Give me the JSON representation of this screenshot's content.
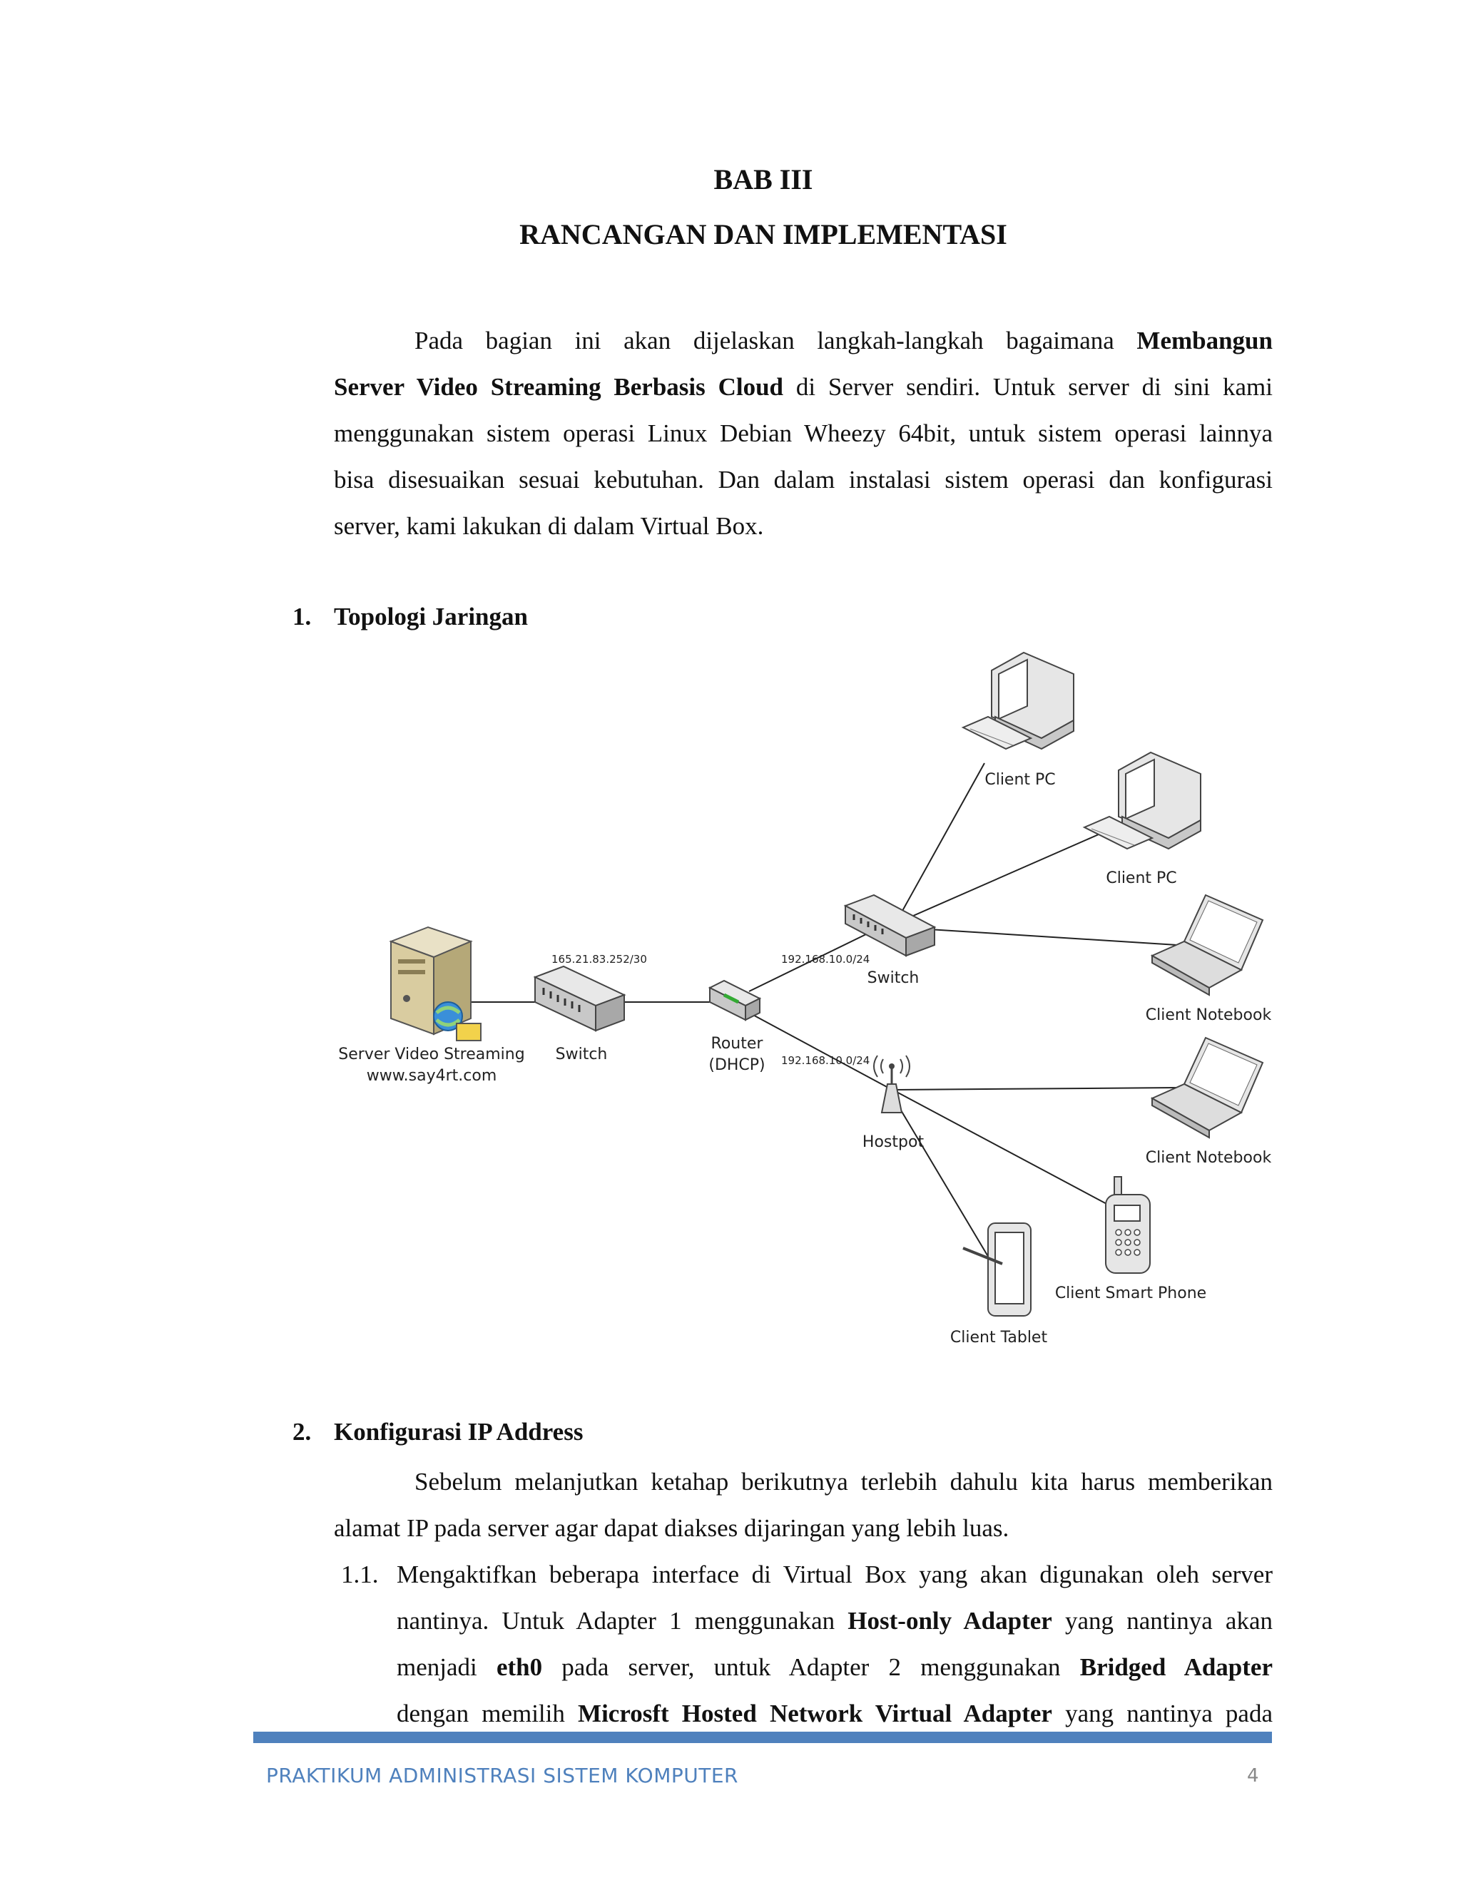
{
  "heading": {
    "chapter": "BAB III",
    "title": "RANCANGAN DAN IMPLEMENTASI"
  },
  "intro": {
    "line1_a": "Pada bagian ini akan dijelaskan langkah-langkah bagaimana ",
    "line1_b": "Membangun",
    "line2_a": "Server Video Streaming Berbasis  Cloud",
    "line2_b": " di Server sendiri. Untuk server di sini kami",
    "line3": "menggunakan sistem operasi Linux Debian Wheezy 64bit, untuk sistem operasi lainnya",
    "line4": "bisa disesuaikan sesuai kebutuhan. Dan dalam instalasi sistem operasi dan konfigurasi",
    "line5": "server, kami lakukan di dalam Virtual Box."
  },
  "section1": {
    "number": "1.",
    "title": "Topologi Jaringan"
  },
  "diagram": {
    "server_label1": "Server Video Streaming",
    "server_label2": "www.say4rt.com",
    "switch1_label": "Switch",
    "router_label1": "Router",
    "router_label2": "(DHCP)",
    "switch2_label": "Switch",
    "hotspot_label": "Hostpot",
    "ip_wan": "165.21.83.252/30",
    "ip_lan1": "192.168.10.0/24",
    "ip_lan2": "192.168.10.0/24",
    "client_pc1": "Client PC",
    "client_pc2": "Client PC",
    "client_notebook1": "Client Notebook",
    "client_notebook2": "Client Notebook",
    "client_phone": "Client Smart Phone",
    "client_tablet": "Client Tablet"
  },
  "section2": {
    "number": "2.",
    "title": "Konfigurasi IP Address"
  },
  "config": {
    "p1_line1": "Sebelum melanjutkan ketahap berikutnya terlebih dahulu kita harus memberikan",
    "p1_line2": "alamat IP pada server agar dapat diakses dijaringan yang lebih luas.",
    "item_number": "1.1.",
    "i_line1": "Mengaktifkan beberapa interface di Virtual Box yang akan digunakan oleh server",
    "i_line2_a": "nantinya. Untuk Adapter 1 menggunakan ",
    "i_line2_b": "Host-only Adapter",
    "i_line2_c": " yang nantinya akan",
    "i_line3_a": "menjadi ",
    "i_line3_b": "eth0",
    "i_line3_c": " pada server, untuk Adapter 2 menggunakan ",
    "i_line3_d": "Bridged Adapter",
    "i_line4_a": "dengan memilih ",
    "i_line4_b": "Microsft Hosted Network Virtual Adapter",
    "i_line4_c": " yang nantinya pada"
  },
  "footer": {
    "text": "PRAKTIKUM ADMINISTRASI SISTEM KOMPUTER",
    "page": "4"
  },
  "colors": {
    "footer_accent": "#4f81bd"
  }
}
